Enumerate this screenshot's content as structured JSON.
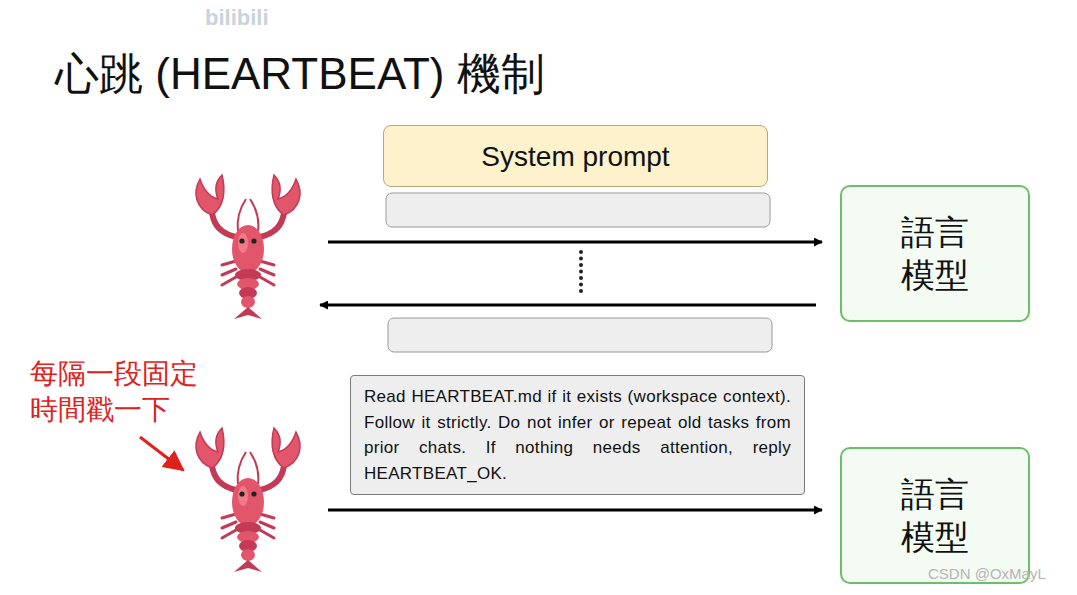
{
  "diagram": {
    "title": "心跳 (HEARTBEAT) 機制",
    "nodes": [
      {
        "text": [
          "System prompt"
        ]
      },
      {
        "text": [
          "語言 模型"
        ]
      },
      {
        "text": [
          "Read HEARTBEAT.md if it exists (workspace context). Follow it strictly. Do not infer or repeat old tasks from prior chats. If nothing needs attention, reply HEARTBEAT_OK."
        ]
      },
      {
        "text": [
          "語言 模型"
        ]
      }
    ],
    "labels": [
      "每隔一段固定 時間戳一下",
      "bilibili",
      "CSDN @OxMayL"
    ]
  }
}
